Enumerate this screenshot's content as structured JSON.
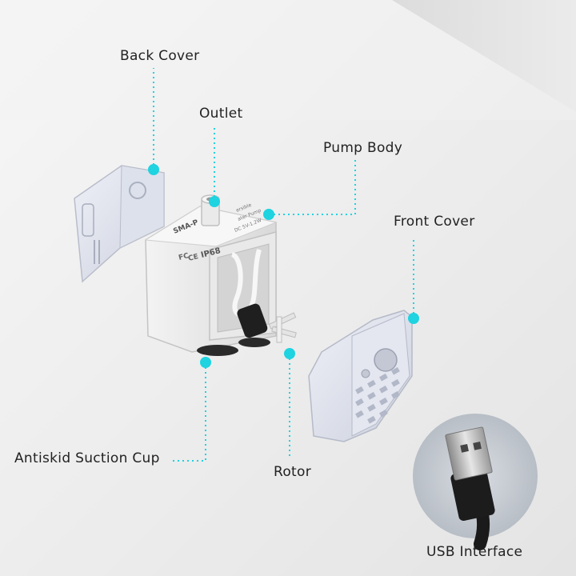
{
  "labels": {
    "back_cover": "Back Cover",
    "outlet": "Outlet",
    "pump_body": "Pump Body",
    "front_cover": "Front Cover",
    "suction_cup": "Antiskid Suction Cup",
    "rotor": "Rotor",
    "usb": "USB Interface"
  },
  "pump_text": {
    "model": "SMA-P",
    "spec1": "ersible",
    "spec2": "ater Pump",
    "spec3": "DC  5V-1.2W",
    "rating": "IP68",
    "ce_mark": "CE",
    "fcc_mark": "FC"
  },
  "colors": {
    "accent": "#1fd3e0",
    "background": "#ececec",
    "text": "#222222"
  }
}
